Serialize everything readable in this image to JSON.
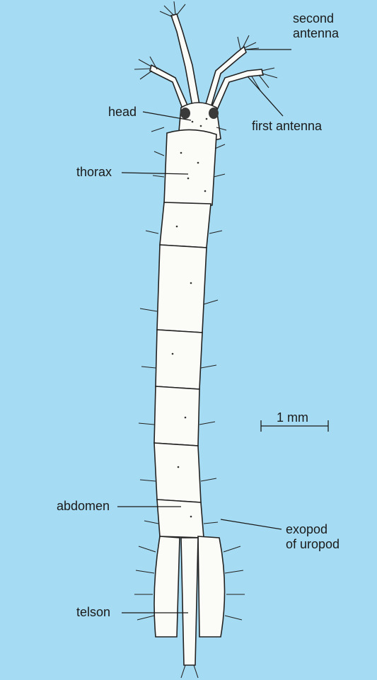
{
  "labels": {
    "second_antenna": [
      "second",
      "antenna"
    ],
    "first_antenna": "first antenna",
    "head": "head",
    "thorax": "thorax",
    "abdomen": "abdomen",
    "telson": "telson",
    "exopod": [
      "exopod",
      "of uropod"
    ],
    "scale": "1 mm"
  },
  "colors": {
    "background": "#a6dcf3",
    "ink": "#1a1a1a",
    "body_fill": "#fbfbf8"
  }
}
